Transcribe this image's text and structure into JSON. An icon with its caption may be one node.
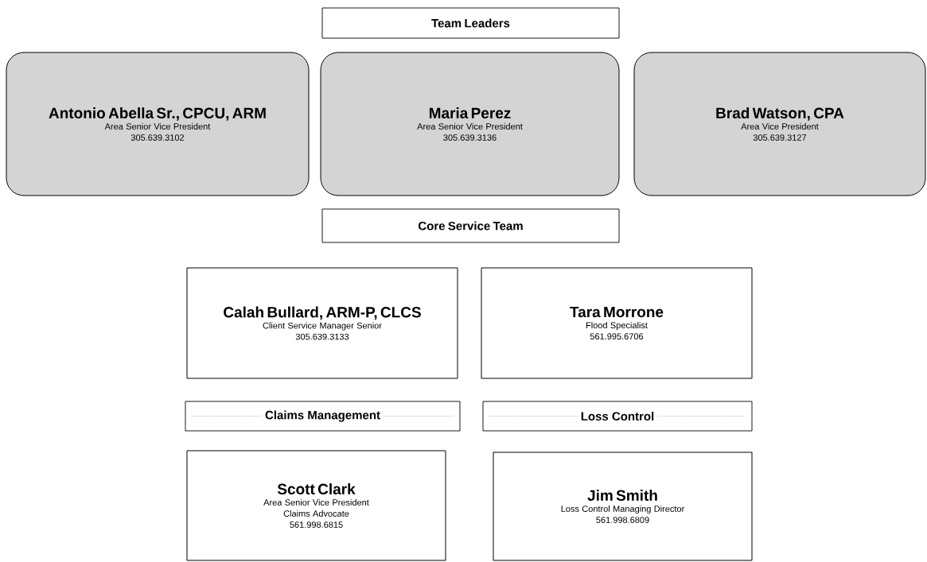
{
  "diagram": {
    "nodes": [
      {
        "text": [
          "Team Leaders"
        ]
      },
      {
        "text": [
          "Antonio Abella Sr., CPCU, ARM",
          "Area Senior Vice President",
          "305.639.3102"
        ]
      },
      {
        "text": [
          "Maria Perez",
          "Area Senior Vice President",
          "305.639.3136"
        ]
      },
      {
        "text": [
          "Brad Watson, CPA",
          "Area Vice President",
          "305.639.3127"
        ]
      },
      {
        "text": [
          "Core Service Team"
        ]
      },
      {
        "text": [
          "Calah Bullard, ARM-P, CLCS",
          "Client Service Manager Senior",
          "305.639.3133"
        ]
      },
      {
        "text": [
          "Tara Morrone",
          "Flood Specialist",
          "561.995.6706"
        ]
      },
      {
        "text": [
          "Claims Management"
        ]
      },
      {
        "text": [
          "Loss Control"
        ]
      },
      {
        "text": [
          "Scott Clark",
          "Area Senior Vice President",
          "Claims Advocate",
          "561.998.6815"
        ]
      },
      {
        "text": [
          "Jim Smith",
          "Loss Control Managing Director",
          "561.998.6809"
        ]
      }
    ]
  }
}
